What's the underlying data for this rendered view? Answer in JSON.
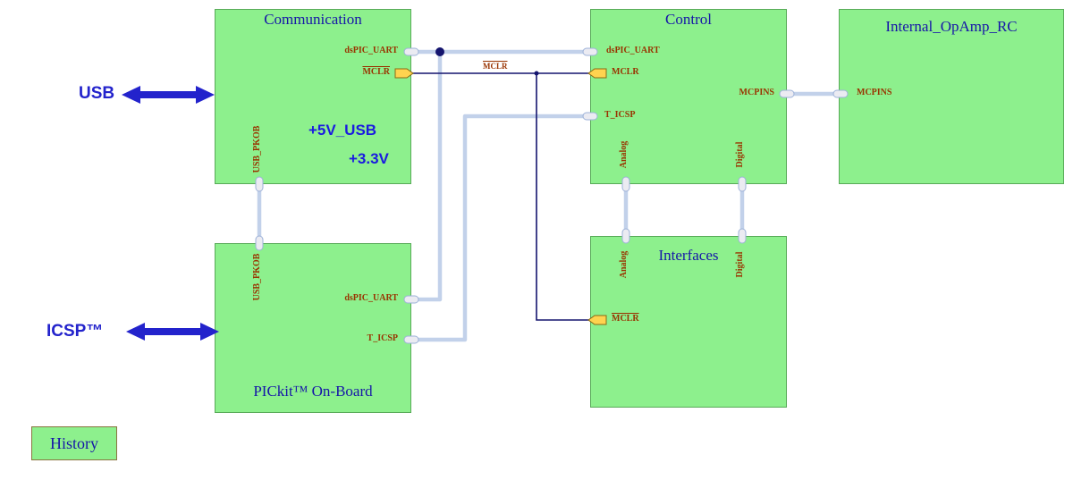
{
  "colors": {
    "block_fill": "#8df08d",
    "block_border": "#58aa58",
    "wire": "#c2d1ea",
    "net_wire": "#14146e",
    "title_text": "#1616a8",
    "port_label_text": "#993300",
    "power_text": "#1b1be0",
    "external_arrow": "#2323cc",
    "port_fill": "#ebebf2",
    "mclr_port_fill": "#ffd34f"
  },
  "blocks": {
    "communication": {
      "title": "Communication",
      "power_label_1": "+5V_USB",
      "power_label_2": "+3.3V"
    },
    "control": {
      "title": "Control"
    },
    "internal_opamp_rc": {
      "title": "Internal_OpAmp_RC"
    },
    "pickit_onboard": {
      "title": "PICkit™ On-Board"
    },
    "interfaces": {
      "title": "Interfaces"
    },
    "history": {
      "title": "History"
    }
  },
  "port_labels": {
    "dspic_uart": "dsPIC_UART",
    "mclr": "MCLR",
    "t_icsp": "T_ICSP",
    "mcpins": "MCPINS",
    "usb_pkob": "USB_PKOB",
    "analog": "Analog",
    "digital": "Digital"
  },
  "net_labels": {
    "mclr": "MCLR"
  },
  "external_labels": {
    "usb": "USB",
    "icsp": "ICSP™"
  }
}
